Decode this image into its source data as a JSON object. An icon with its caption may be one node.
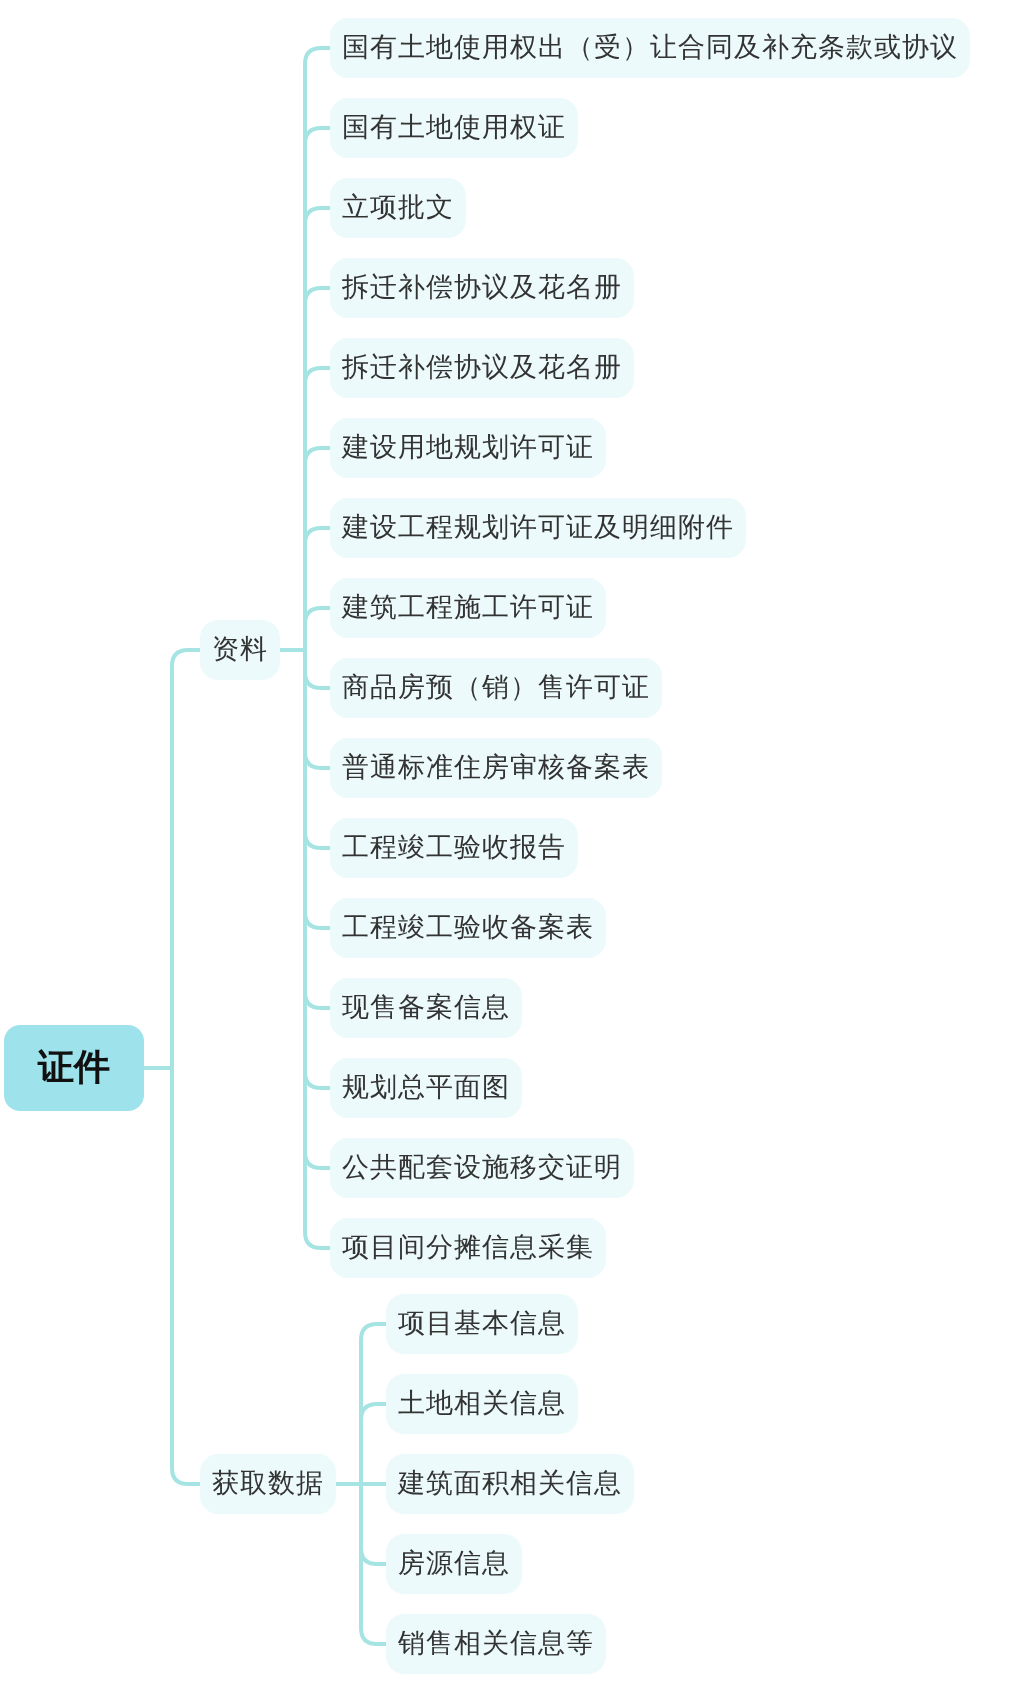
{
  "diagram": {
    "nodes": [
      {
        "text": [
          "证件"
        ]
      },
      {
        "text": [
          "资料"
        ]
      },
      {
        "text": [
          "国有土地使用权出（受）让合同及补充条款或协议"
        ]
      },
      {
        "text": [
          "国有土地使用权证"
        ]
      },
      {
        "text": [
          "立项批文"
        ]
      },
      {
        "text": [
          "拆迁补偿协议及花名册"
        ]
      },
      {
        "text": [
          "拆迁补偿协议及花名册"
        ]
      },
      {
        "text": [
          "建设用地规划许可证"
        ]
      },
      {
        "text": [
          "建设工程规划许可证及明细附件"
        ]
      },
      {
        "text": [
          "建筑工程施工许可证"
        ]
      },
      {
        "text": [
          "商品房预（销）售许可证"
        ]
      },
      {
        "text": [
          "普通标准住房审核备案表"
        ]
      },
      {
        "text": [
          "工程竣工验收报告"
        ]
      },
      {
        "text": [
          "工程竣工验收备案表"
        ]
      },
      {
        "text": [
          "现售备案信息"
        ]
      },
      {
        "text": [
          "规划总平面图"
        ]
      },
      {
        "text": [
          "公共配套设施移交证明"
        ]
      },
      {
        "text": [
          "项目间分摊信息采集"
        ]
      },
      {
        "text": [
          "获取数据"
        ]
      },
      {
        "text": [
          "项目基本信息"
        ]
      },
      {
        "text": [
          "土地相关信息"
        ]
      },
      {
        "text": [
          "建筑面积相关信息"
        ]
      },
      {
        "text": [
          "房源信息"
        ]
      },
      {
        "text": [
          "销售相关信息等"
        ]
      }
    ],
    "edges": [
      {
        "from": 0,
        "to": 1,
        "arrow": "none"
      },
      {
        "from": 0,
        "to": 18,
        "arrow": "none"
      },
      {
        "from": 1,
        "to": 2,
        "arrow": "none"
      },
      {
        "from": 1,
        "to": 3,
        "arrow": "none"
      },
      {
        "from": 1,
        "to": 4,
        "arrow": "none"
      },
      {
        "from": 1,
        "to": 5,
        "arrow": "none"
      },
      {
        "from": 1,
        "to": 6,
        "arrow": "none"
      },
      {
        "from": 1,
        "to": 7,
        "arrow": "none"
      },
      {
        "from": 1,
        "to": 8,
        "arrow": "none"
      },
      {
        "from": 1,
        "to": 9,
        "arrow": "none"
      },
      {
        "from": 1,
        "to": 10,
        "arrow": "none"
      },
      {
        "from": 1,
        "to": 11,
        "arrow": "none"
      },
      {
        "from": 1,
        "to": 12,
        "arrow": "none"
      },
      {
        "from": 1,
        "to": 13,
        "arrow": "none"
      },
      {
        "from": 1,
        "to": 14,
        "arrow": "none"
      },
      {
        "from": 1,
        "to": 15,
        "arrow": "none"
      },
      {
        "from": 1,
        "to": 16,
        "arrow": "none"
      },
      {
        "from": 1,
        "to": 17,
        "arrow": "none"
      },
      {
        "from": 18,
        "to": 19,
        "arrow": "none"
      },
      {
        "from": 18,
        "to": 20,
        "arrow": "none"
      },
      {
        "from": 18,
        "to": 21,
        "arrow": "none"
      },
      {
        "from": 18,
        "to": 22,
        "arrow": "none"
      },
      {
        "from": 18,
        "to": 23,
        "arrow": "none"
      }
    ]
  }
}
